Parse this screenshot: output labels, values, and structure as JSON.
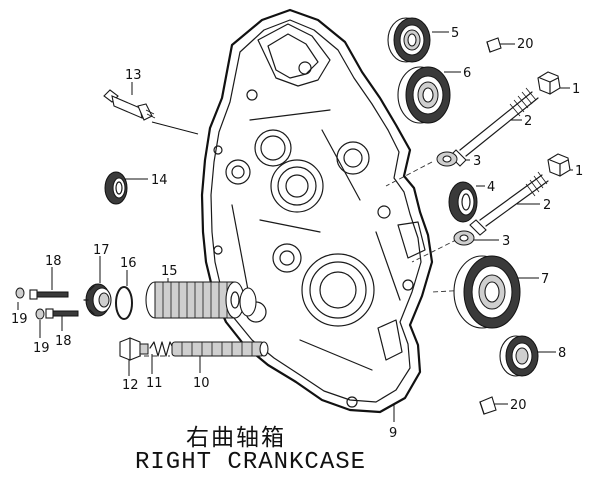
{
  "title_cn": "右曲轴箱",
  "title_en": "RIGHT CRANKCASE",
  "parts": [
    {
      "id": "label-1a",
      "text": "1"
    },
    {
      "id": "label-1b",
      "text": "1"
    },
    {
      "id": "label-2a",
      "text": "2"
    },
    {
      "id": "label-2b",
      "text": "2"
    },
    {
      "id": "label-3a",
      "text": "3"
    },
    {
      "id": "label-3b",
      "text": "3"
    },
    {
      "id": "label-4",
      "text": "4"
    },
    {
      "id": "label-5",
      "text": "5"
    },
    {
      "id": "label-6",
      "text": "6"
    },
    {
      "id": "label-7",
      "text": "7"
    },
    {
      "id": "label-8",
      "text": "8"
    },
    {
      "id": "label-9",
      "text": "9"
    },
    {
      "id": "label-10",
      "text": "10"
    },
    {
      "id": "label-11",
      "text": "11"
    },
    {
      "id": "label-12",
      "text": "12"
    },
    {
      "id": "label-13",
      "text": "13"
    },
    {
      "id": "label-14",
      "text": "14"
    },
    {
      "id": "label-15",
      "text": "15"
    },
    {
      "id": "label-16",
      "text": "16"
    },
    {
      "id": "label-17",
      "text": "17"
    },
    {
      "id": "label-18a",
      "text": "18"
    },
    {
      "id": "label-18b",
      "text": "18"
    },
    {
      "id": "label-19a",
      "text": "19"
    },
    {
      "id": "label-19b",
      "text": "19"
    },
    {
      "id": "label-20a",
      "text": "20"
    },
    {
      "id": "label-20b",
      "text": "20"
    }
  ]
}
